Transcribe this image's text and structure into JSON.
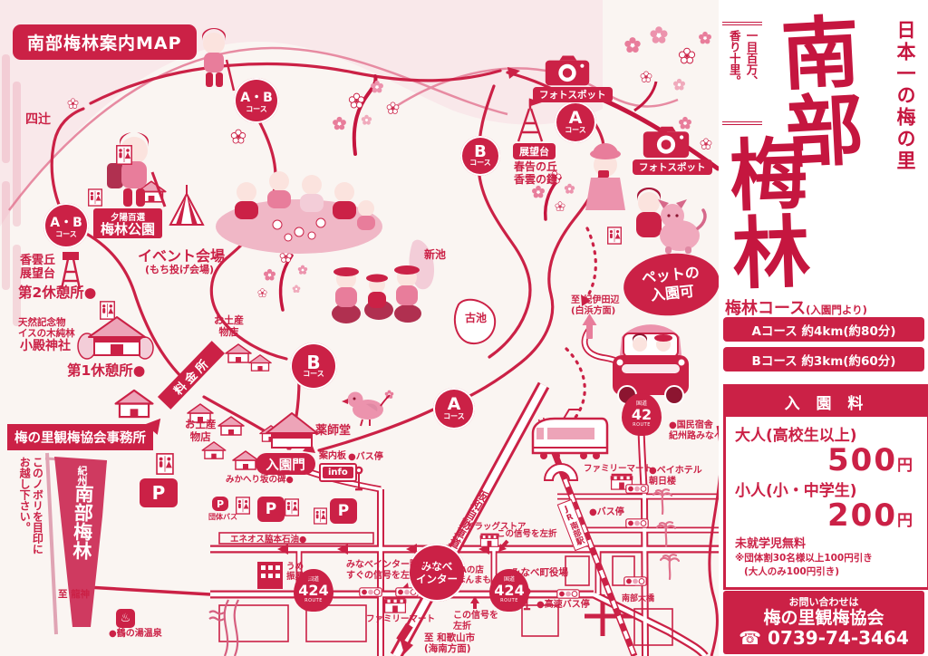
{
  "page": {
    "title": "南部梅林案内MAP"
  },
  "branding": {
    "tagline_vertical": "日本一の梅の里",
    "main_title_part1": "南部",
    "main_title_part2": "梅林",
    "slogan": "一目百万、\n香り十里。"
  },
  "course_info": {
    "heading": "梅林コース",
    "heading_note": "(入園門より)",
    "courses": [
      {
        "label": "Aコース 約4km(約80分)"
      },
      {
        "label": "Bコース 約3km(約60分)"
      }
    ]
  },
  "admission": {
    "heading": "入 園 料",
    "adult_label": "大人(高校生以上)",
    "adult_price": "500",
    "child_label": "小人(小・中学生)",
    "child_price": "200",
    "yen": "円",
    "free_note": "未就学児無料",
    "group_note": "※団体割30名様以上100円引き",
    "group_note2": "(大人のみ100円引き)"
  },
  "contact": {
    "line1": "お問い合わせは",
    "line2": "梅の里観梅協会",
    "phone": "☎ 0739-74-3464"
  },
  "pet_badge": {
    "text": "ペットの\n入園可"
  },
  "badges": {
    "ab": {
      "main": "A・B",
      "sub": "コース"
    },
    "a": {
      "main": "A",
      "sub": "コース"
    },
    "b": {
      "main": "B",
      "sub": "コース"
    },
    "ic": {
      "text": "みなべ\nインター"
    }
  },
  "route_badges": {
    "r424": {
      "top": "国道",
      "number": "424",
      "bottom": "ROUTE"
    },
    "r42": {
      "top": "国道",
      "number": "42",
      "bottom": "ROUTE"
    }
  },
  "icons": {
    "parking": "P",
    "info_text": "info",
    "hot_spring": "♨"
  },
  "map_labels": {
    "yotsutsuji": "四辻",
    "photo_spot": "フォトスポット",
    "observatory": "展望台",
    "harutsuge": "春告の丘\n香雲の鐘",
    "yuhi": "夕陽百選",
    "bairin_park": "梅林公園",
    "event_hall": "イベント会場",
    "event_note": "(もち投げ会場)",
    "kaun_hill": "香雲丘\n展望台",
    "rest2": "第2休憩所●",
    "monument": "天然記念物\nイスの木純林",
    "kotono_shrine": "小殿神社",
    "rest1": "第1休憩所●",
    "tollgate": "料金所",
    "gift_shop": "お土産\n物店",
    "office": "梅の里観梅協会事務所",
    "gate": "入園門",
    "yakushido": "薬師堂",
    "shin_pond": "新池",
    "furu_pond": "古池",
    "to_tanabe": "至 紀伊田辺\n(白浜方面)",
    "info_board": "案内板",
    "bus_stop": "●バス停",
    "mikaeri": "みかへり坂の碑●",
    "banner_note": "このノボリを目印に\nお越し下さい。",
    "banner_region": "紀州",
    "banner_name": "南部梅林",
    "to_ryujin": "至 龍神",
    "tsurunoyu": "●鶴の湯温泉",
    "group_bus": "団体バス",
    "eneos": "エネオス脇本石油●",
    "ume_hall": "うめ\n振興館",
    "ic_note": "みなべインター降りて\nすぐの信号を左折",
    "signal_left_top": "この信号を左折",
    "signal_left_bottom": "この信号を\n左折",
    "ja_store": "JAの店\nほんまもん",
    "town_office": "みなべ町役場",
    "familymart": "ファミリーマート",
    "drugstore": "ドラッグストア",
    "to_wakayama": "至 和歌山市\n(海南方面)",
    "kokumin_lodge": "●国民宿舎\n 紀州路みなべ",
    "bay_hotel": "●ベイホテル\n 朝日楼",
    "jr_station": "JR南部駅",
    "hanwa_expwy": "阪和自動車道",
    "highway_bus": "●高速バス停",
    "nanbu_bridge": "南部大橋"
  }
}
